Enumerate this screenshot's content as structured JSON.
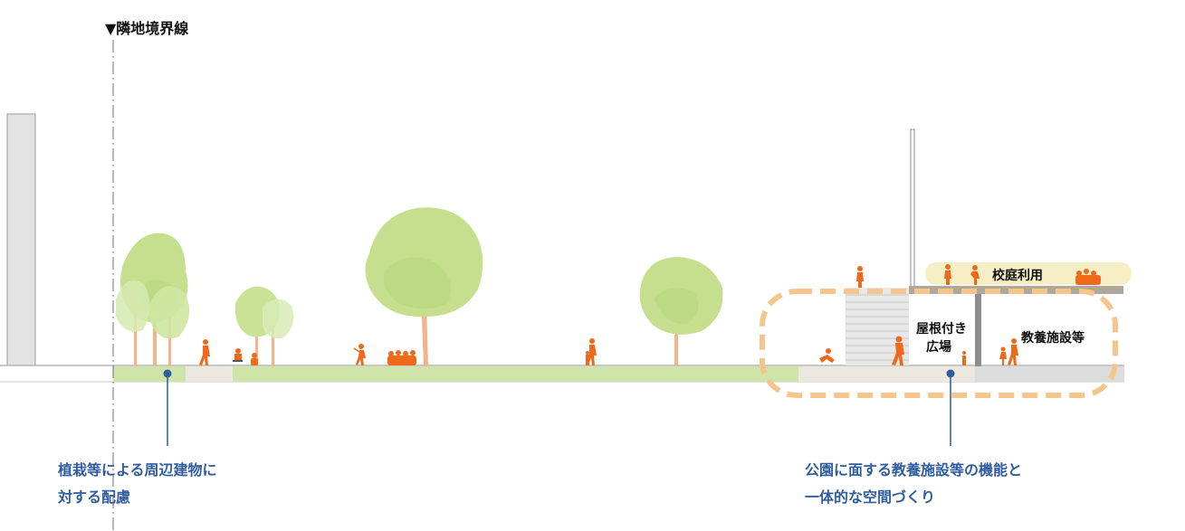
{
  "colors": {
    "accent_blue": "#2f5d9e",
    "lawn_green": "#cfe4a9",
    "tree_canopy": "#c5df8f",
    "tree_trunk": "#f4b48a",
    "people_orange": "#ee6a1a",
    "highlight_dash": "#f5c58b",
    "rooftop_band": "#f6efc6",
    "building_grey": "#e4e4e4",
    "structure_dark": "#8e8e8e"
  },
  "labels": {
    "boundary": "▼隣地境界線",
    "school_yard": "校庭利用",
    "covered_plaza_line1": "屋根付き",
    "covered_plaza_line2": "広場",
    "cultural_facilities": "教養施設等"
  },
  "callouts": {
    "left_line1": "植栽等による周辺建物に",
    "left_line2": "対する配慮",
    "right_line1": "公園に面する教養施設等の機能と",
    "right_line2": "一体的な空間づくり"
  },
  "icons": {
    "boundary_marker": "down-triangle-icon",
    "callout_dot": "circle-dot-icon",
    "person": "person-silhouette-icon",
    "tree": "deciduous-tree-icon"
  }
}
